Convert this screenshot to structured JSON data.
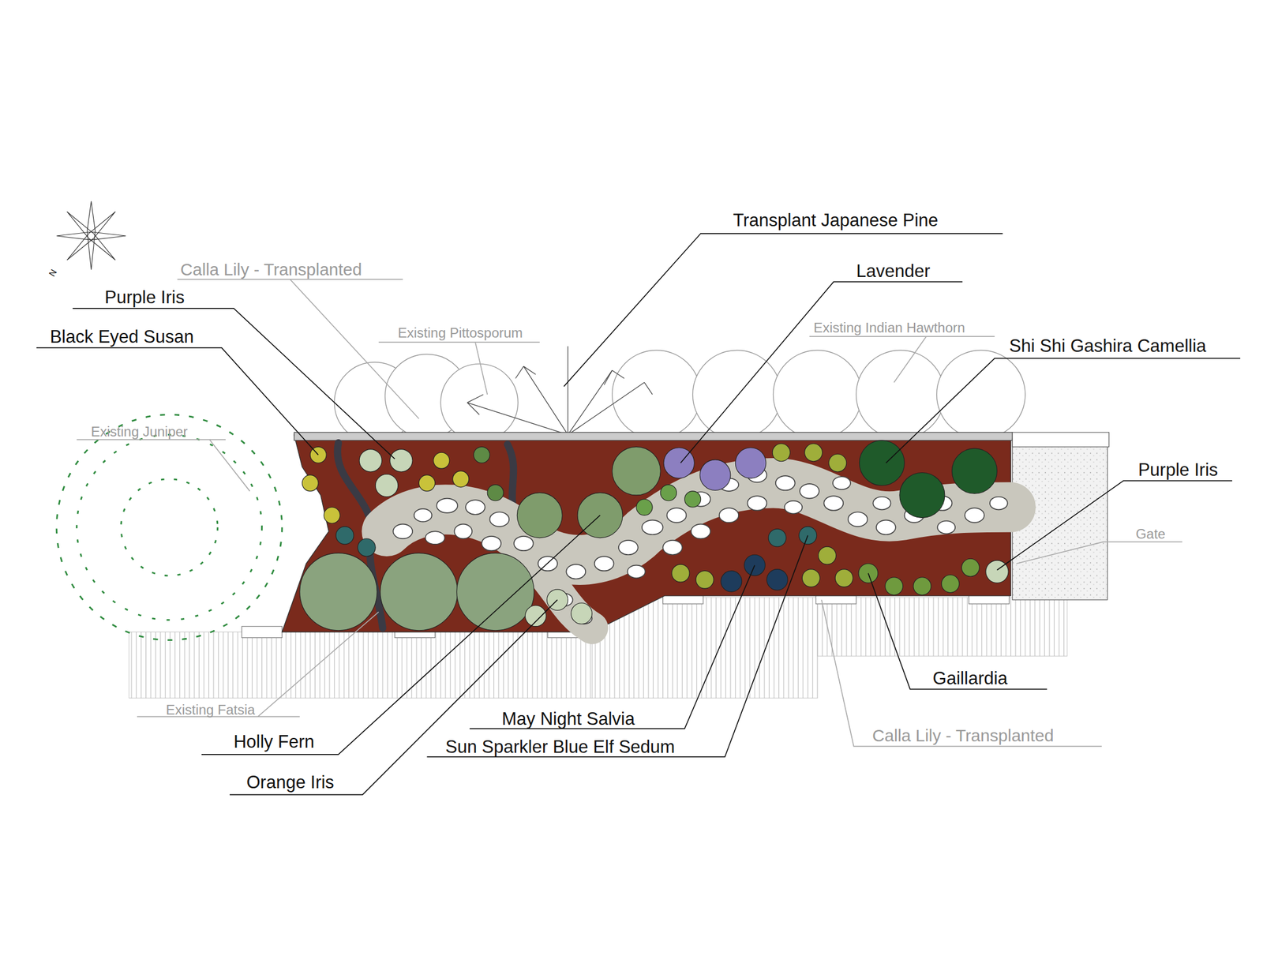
{
  "diagram": {
    "labels": [
      "Transplant Japanese Pine",
      "Calla Lily - Transplanted",
      "Lavender",
      "Purple Iris",
      "Existing Pittosporum",
      "Existing Indian Hawthorn",
      "Black Eyed Susan",
      "Shi Shi Gashira Camellia",
      "Existing Juniper",
      "Purple Iris",
      "Gate",
      "Gaillardia",
      "Existing Fatsia",
      "May Night Salvia",
      "Holly Fern",
      "Sun Sparkler Blue Elf Sedum",
      "Calla Lily - Transplanted",
      "Orange Iris",
      "N"
    ]
  }
}
